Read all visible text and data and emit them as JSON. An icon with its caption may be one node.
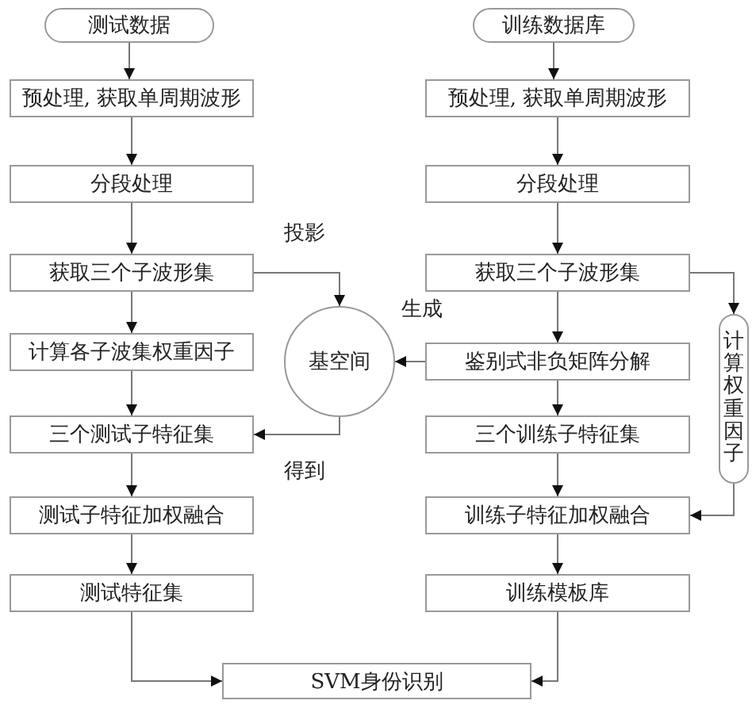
{
  "diagram": {
    "nodes": [
      {
        "text": [
          "测试数据"
        ]
      },
      {
        "text": [
          "训练数据库"
        ]
      },
      {
        "text": [
          "预处理, 获取单周期波形"
        ]
      },
      {
        "text": [
          "预处理, 获取单周期波形"
        ]
      },
      {
        "text": [
          "分段处理"
        ]
      },
      {
        "text": [
          "分段处理"
        ]
      },
      {
        "text": [
          "获取三个子波形集"
        ]
      },
      {
        "text": [
          "获取三个子波形集"
        ]
      },
      {
        "text": [
          "基空间"
        ]
      },
      {
        "text": [
          "计算各子波集权重因子"
        ]
      },
      {
        "text": [
          "鉴别式非负矩阵分解"
        ]
      },
      {
        "text": [
          "计算权重因子"
        ]
      },
      {
        "text": [
          "三个测试子特征集"
        ]
      },
      {
        "text": [
          "三个训练子特征集"
        ]
      },
      {
        "text": [
          "测试子特征加权融合"
        ]
      },
      {
        "text": [
          "训练子特征加权融合"
        ]
      },
      {
        "text": [
          "测试特征集"
        ]
      },
      {
        "text": [
          "训练模板库"
        ]
      },
      {
        "text": [
          "SVM身份识别"
        ]
      }
    ],
    "edges": [
      {
        "from": 0,
        "to": 2,
        "arrow": "to"
      },
      {
        "from": 2,
        "to": 4,
        "arrow": "to"
      },
      {
        "from": 4,
        "to": 6,
        "arrow": "to"
      },
      {
        "from": 6,
        "to": 9,
        "arrow": "to"
      },
      {
        "from": 9,
        "to": 12,
        "arrow": "to"
      },
      {
        "from": 12,
        "to": 14,
        "arrow": "to"
      },
      {
        "from": 14,
        "to": 16,
        "arrow": "to"
      },
      {
        "from": 16,
        "to": 18,
        "arrow": "to"
      },
      {
        "from": 1,
        "to": 3,
        "arrow": "to"
      },
      {
        "from": 3,
        "to": 5,
        "arrow": "to"
      },
      {
        "from": 5,
        "to": 7,
        "arrow": "to"
      },
      {
        "from": 7,
        "to": 10,
        "arrow": "to"
      },
      {
        "from": 10,
        "to": 13,
        "arrow": "to"
      },
      {
        "from": 13,
        "to": 15,
        "arrow": "to"
      },
      {
        "from": 15,
        "to": 17,
        "arrow": "to"
      },
      {
        "from": 17,
        "to": 18,
        "arrow": "to"
      },
      {
        "from": 6,
        "to": 8,
        "arrow": "to",
        "label": "投影"
      },
      {
        "from": 10,
        "to": 8,
        "arrow": "to",
        "label": "生成"
      },
      {
        "from": 8,
        "to": 12,
        "arrow": "to",
        "label": "得到"
      },
      {
        "from": 7,
        "to": 11,
        "arrow": "to"
      },
      {
        "from": 11,
        "to": 15,
        "arrow": "to"
      }
    ]
  }
}
